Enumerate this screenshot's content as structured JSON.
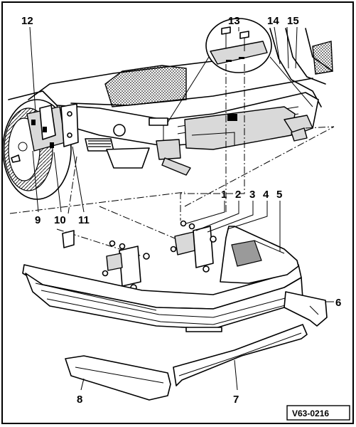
{
  "callouts": {
    "n1": "1",
    "n2": "2",
    "n3": "3",
    "n4": "4",
    "n5": "5",
    "n6": "6",
    "n7": "7",
    "n8": "8",
    "n9": "9",
    "n10": "10",
    "n11": "11",
    "n12": "12",
    "n13": "13",
    "n14": "14",
    "n15": "15"
  },
  "reference": "V63-0216"
}
